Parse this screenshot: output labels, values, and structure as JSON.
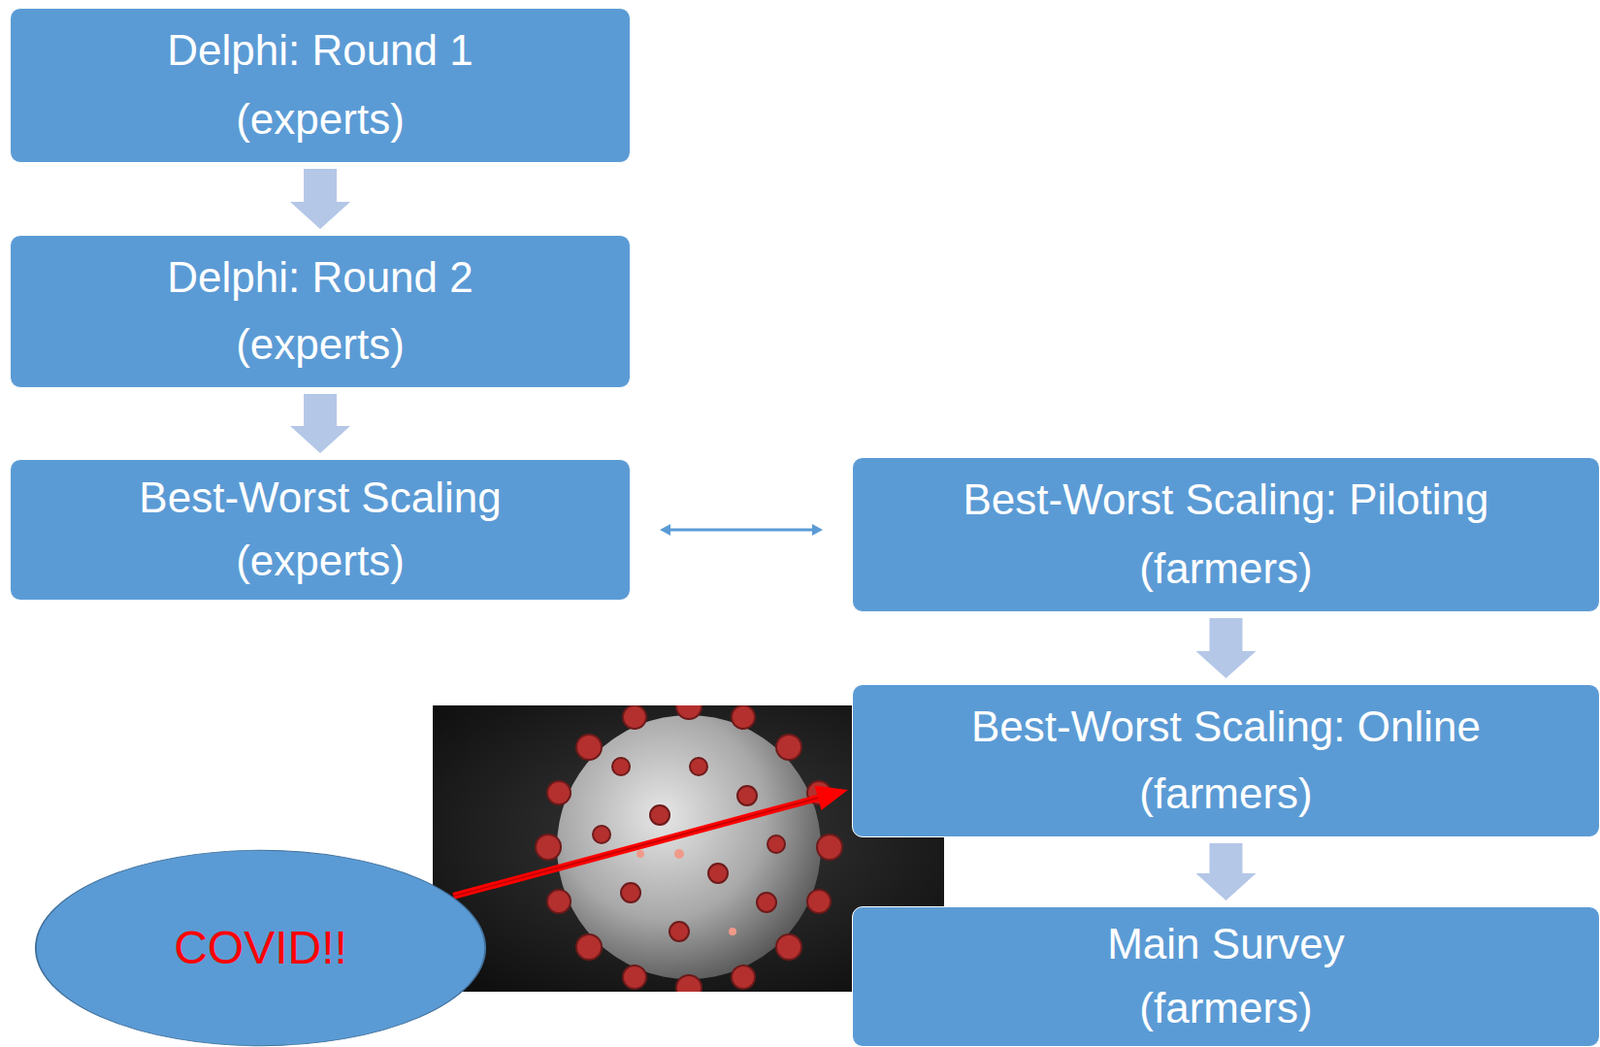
{
  "diagram": {
    "nodes": [
      {
        "text": [
          "Delphi: Round 1",
          "(experts)"
        ]
      },
      {
        "text": [
          "Delphi: Round 2",
          "(experts)"
        ]
      },
      {
        "text": [
          "Best-Worst Scaling",
          "(experts)"
        ]
      },
      {
        "text": [
          "Best-Worst Scaling: Piloting",
          "(farmers)"
        ]
      },
      {
        "text": [
          "Best-Worst Scaling: Online",
          "(farmers)"
        ]
      },
      {
        "text": [
          "Main Survey",
          "(farmers)"
        ]
      },
      {
        "text": [
          "COVID!!"
        ]
      }
    ],
    "edges": [
      {
        "from": 0,
        "to": 1,
        "arrow": "to"
      },
      {
        "from": 1,
        "to": 2,
        "arrow": "to"
      },
      {
        "from": 2,
        "to": 3,
        "arrow": "both"
      },
      {
        "from": 3,
        "to": 4,
        "arrow": "to"
      },
      {
        "from": 4,
        "to": 5,
        "arrow": "to"
      },
      {
        "from": 6,
        "to": 4,
        "arrow": "to"
      }
    ]
  }
}
